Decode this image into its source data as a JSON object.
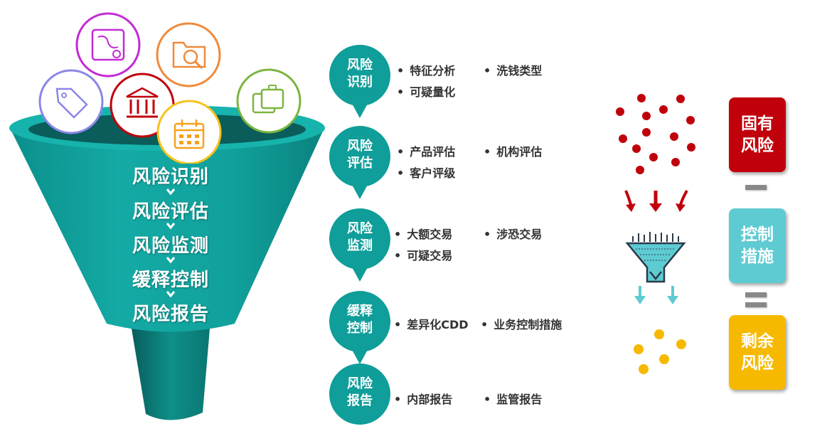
{
  "funnel": {
    "stages": [
      "风险识别",
      "风险评估",
      "风险监测",
      "缓释控制",
      "风险报告"
    ]
  },
  "icons": [
    "tag-icon",
    "map-icon",
    "bank-icon",
    "calendar-icon",
    "folder-search-icon",
    "briefcase-icon"
  ],
  "steps": [
    {
      "label": "风险识别",
      "items": [
        "特征分析",
        "洗钱类型",
        "可疑量化"
      ]
    },
    {
      "label": "风险评估",
      "items": [
        "产品评估",
        "机构评估",
        "客户评级"
      ]
    },
    {
      "label": "风险监测",
      "items": [
        "大额交易",
        "涉恐交易",
        "可疑交易"
      ]
    },
    {
      "label": "缓释控制",
      "items": [
        "差异化CDD",
        "业务控制措施"
      ]
    },
    {
      "label": "风险报告",
      "items": [
        "内部报告",
        "监管报告"
      ]
    }
  ],
  "risk": {
    "inherent": "固有风险",
    "control": "控制措施",
    "residual": "剩余风险"
  },
  "colors": {
    "teal": "#0f9e9a",
    "teal_dark": "#0a7a76",
    "red": "#c0000b",
    "cyan": "#5ecbd3",
    "yellow": "#f7b900"
  }
}
